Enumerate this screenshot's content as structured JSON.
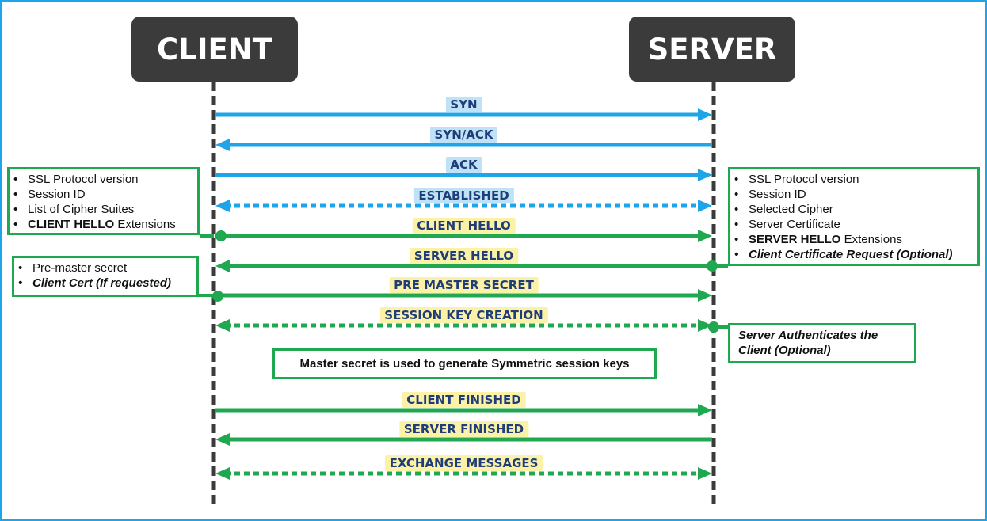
{
  "actors": {
    "client": "CLIENT",
    "server": "SERVER"
  },
  "colors": {
    "tcp": "#1ea4e8",
    "tls": "#1fa84f",
    "lifeline": "#3b3b3b",
    "actor_bg": "#3b3b3b",
    "frame": "#1ea4e8"
  },
  "messages": [
    {
      "label": "SYN",
      "direction": "client-to-server",
      "style": "solid",
      "kind": "tcp"
    },
    {
      "label": "SYN/ACK",
      "direction": "server-to-client",
      "style": "solid",
      "kind": "tcp"
    },
    {
      "label": "ACK",
      "direction": "client-to-server",
      "style": "solid",
      "kind": "tcp"
    },
    {
      "label": "ESTABLISHED",
      "direction": "both",
      "style": "dotted",
      "kind": "tcp"
    },
    {
      "label": "CLIENT HELLO",
      "direction": "client-to-server",
      "style": "solid",
      "kind": "tls"
    },
    {
      "label": "SERVER HELLO",
      "direction": "server-to-client",
      "style": "solid",
      "kind": "tls"
    },
    {
      "label": "PRE MASTER SECRET",
      "direction": "client-to-server",
      "style": "solid",
      "kind": "tls"
    },
    {
      "label": "SESSION KEY CREATION",
      "direction": "both",
      "style": "dotted",
      "kind": "tls"
    },
    {
      "label": "CLIENT FINISHED",
      "direction": "client-to-server",
      "style": "solid",
      "kind": "tls"
    },
    {
      "label": "SERVER FINISHED",
      "direction": "server-to-client",
      "style": "solid",
      "kind": "tls"
    },
    {
      "label": "EXCHANGE MESSAGES",
      "direction": "both",
      "style": "dotted",
      "kind": "tls"
    }
  ],
  "client_hello_box": {
    "items": [
      {
        "text": "SSL Protocol version"
      },
      {
        "text": "Session ID"
      },
      {
        "text": "List of Cipher Suites"
      },
      {
        "bold": "CLIENT HELLO",
        "text": " Extensions"
      }
    ]
  },
  "server_hello_box": {
    "items": [
      {
        "text": "SSL Protocol version"
      },
      {
        "text": "Session ID"
      },
      {
        "text": "Selected Cipher"
      },
      {
        "text": "Server Certificate"
      },
      {
        "bold": "SERVER HELLO",
        "text": " Extensions"
      },
      {
        "text": "Client Certificate Request (Optional)",
        "style": "bold-italic"
      }
    ]
  },
  "premaster_box": {
    "items": [
      {
        "text": "Pre-master secret"
      },
      {
        "text": "Client Cert (If requested)",
        "style": "bold-italic"
      }
    ]
  },
  "server_auth_note": {
    "line1": "Server Authenticates the",
    "line2": "Client (Optional)"
  },
  "center_note": "Master secret is used to generate Symmetric session keys"
}
